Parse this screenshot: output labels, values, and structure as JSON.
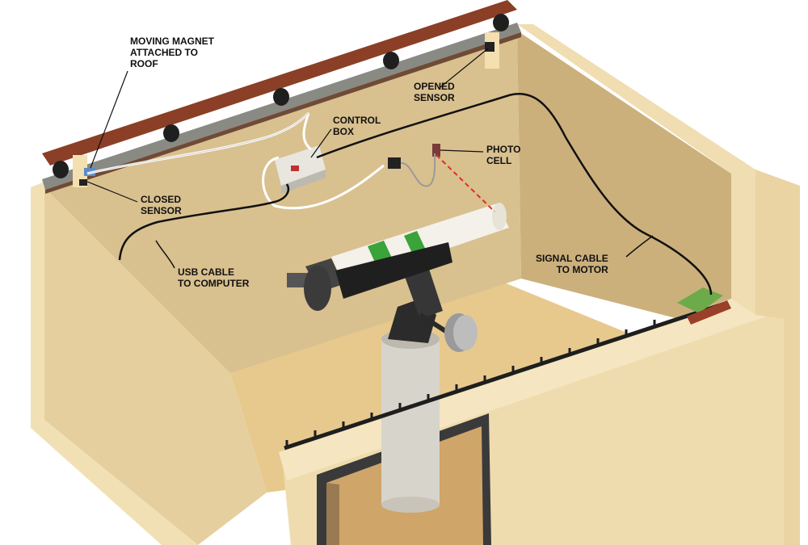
{
  "labels": {
    "moving_magnet": [
      "MOVING MAGNET",
      "ATTACHED TO",
      "ROOF"
    ],
    "opened_sensor": [
      "OPENED",
      "SENSOR"
    ],
    "control_box": [
      "CONTROL",
      "BOX"
    ],
    "photo_cell": [
      "PHOTO",
      "CELL"
    ],
    "closed_sensor": [
      "CLOSED",
      "SENSOR"
    ],
    "usb_cable": [
      "USB CABLE",
      "TO COMPUTER"
    ],
    "signal_cable": [
      "SIGNAL CABLE",
      "TO MOTOR"
    ]
  },
  "colors": {
    "wall_outer": "#ead6a6",
    "wall_inner": "#dcc393",
    "wall_top": "#f4e4bd",
    "floor": "#e7c98e",
    "roof_beam": "#8a3f26",
    "rail": "#8a8a84",
    "cable_black": "#111111",
    "cable_white": "#ffffff",
    "laser": "#e0301e",
    "tube": "#f3f1ea",
    "ring": "#3aa33a",
    "motor": "#6dab4a",
    "pier": "#d7d4cc"
  },
  "icons": [
    "roof-wheel-icon",
    "control-box-icon",
    "photo-cell-icon",
    "motor-icon",
    "telescope-icon"
  ]
}
